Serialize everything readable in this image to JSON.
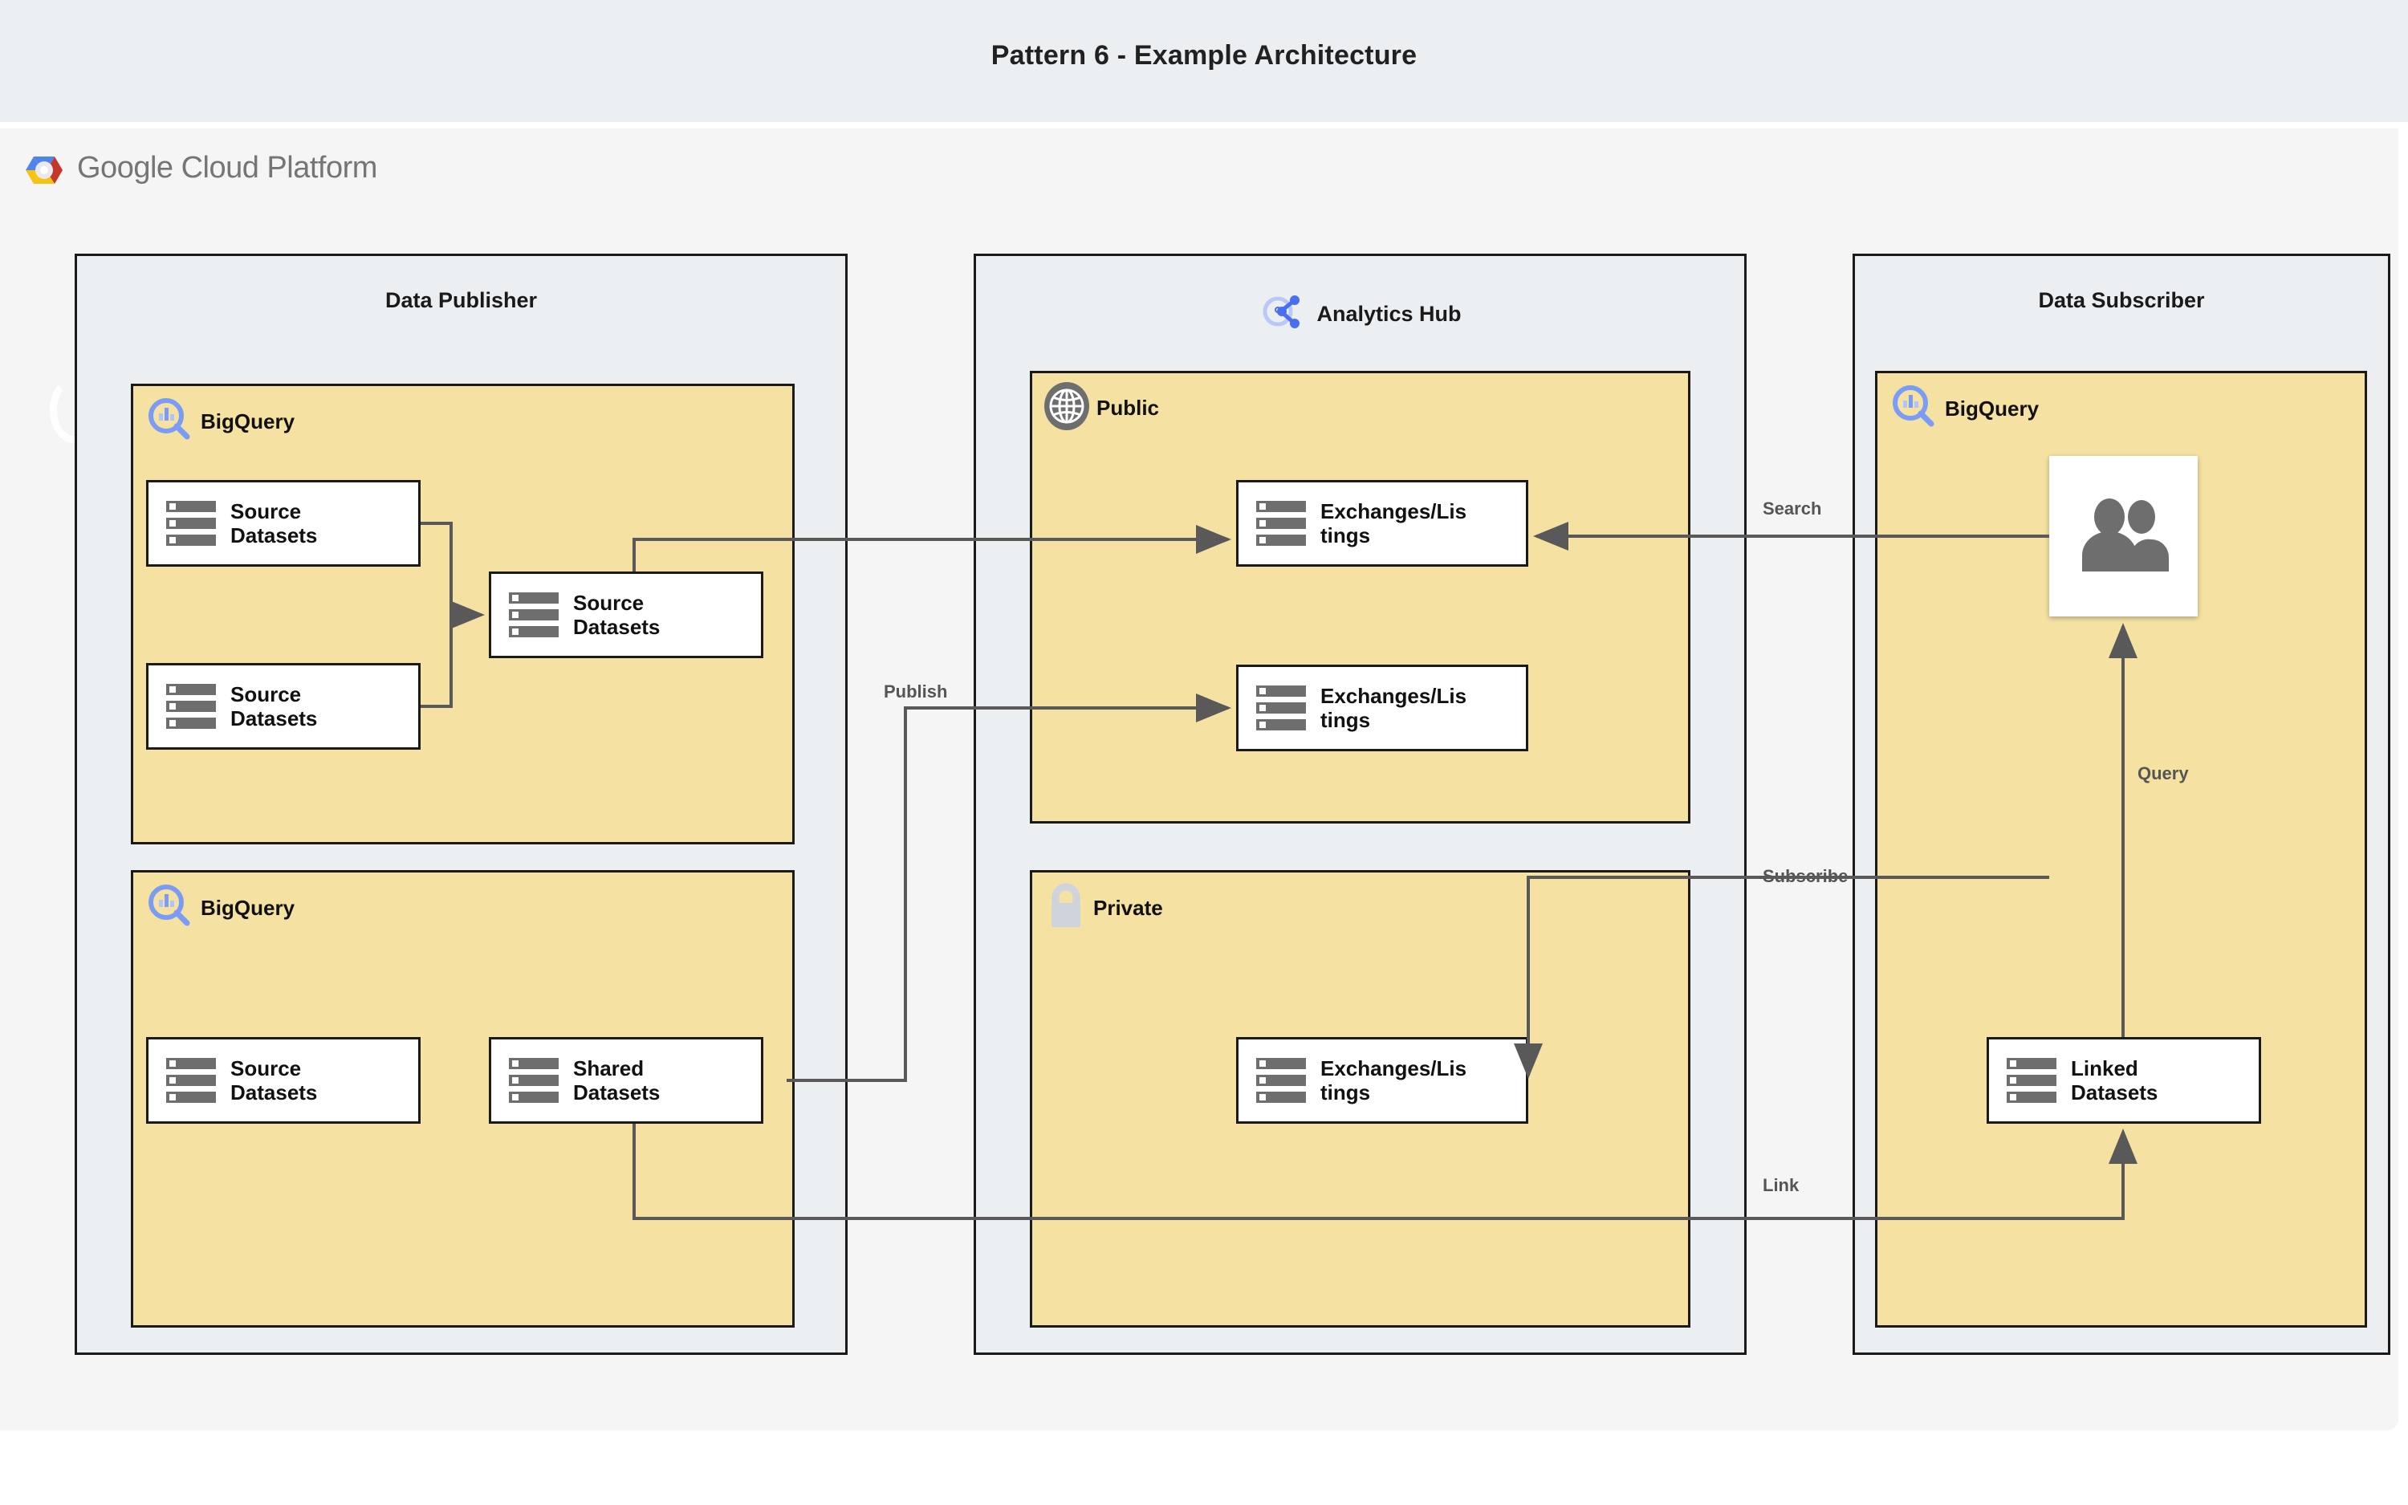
{
  "page": {
    "title": "Pattern 6 - Example Architecture",
    "background": "#f5f5f5",
    "title_band_color": "#eceff1"
  },
  "branding": {
    "logo_text": "Google Cloud Platform",
    "logo_icon": "google-cloud-hexagon-icon",
    "logo_colors": {
      "blue": "#5084ec",
      "red": "#c5372c",
      "yellow": "#f5c413",
      "inner": "#e8eaed"
    }
  },
  "zones": [
    {
      "id": "data-publisher",
      "title": "Data Publisher",
      "icon": ""
    },
    {
      "id": "analytics-hub",
      "title": "Analytics Hub",
      "icon": "analytics-hub-share-icon"
    },
    {
      "id": "data-subscriber",
      "title": "Data Subscriber",
      "icon": ""
    }
  ],
  "panels": [
    {
      "id": "publisher-bigquery-top",
      "label": "BigQuery",
      "icon": "bigquery-icon",
      "fill": "#f5e2a2"
    },
    {
      "id": "publisher-bigquery-bottom",
      "label": "BigQuery",
      "icon": "bigquery-icon",
      "fill": "#f5e2a2"
    },
    {
      "id": "hub-public",
      "label": "Public",
      "icon": "globe-icon",
      "fill": "#f5e2a2"
    },
    {
      "id": "hub-private",
      "label": "Private",
      "icon": "lock-icon",
      "fill": "#f5e2a2"
    },
    {
      "id": "subscriber-bigquery",
      "label": "BigQuery",
      "icon": "bigquery-icon",
      "fill": "#f5e2a2"
    }
  ],
  "nodes": [
    {
      "id": "pub-source-1",
      "line1": "Source",
      "line2": "Datasets",
      "icon": "dataset-icon"
    },
    {
      "id": "pub-source-2",
      "line1": "Source",
      "line2": "Datasets",
      "icon": "dataset-icon"
    },
    {
      "id": "pub-source-3",
      "line1": "Source",
      "line2": "Datasets",
      "icon": "dataset-icon"
    },
    {
      "id": "pub-source-4",
      "line1": "Source",
      "line2": "Datasets",
      "icon": "dataset-icon"
    },
    {
      "id": "pub-shared",
      "line1": "Shared",
      "line2": "Datasets",
      "icon": "dataset-icon"
    },
    {
      "id": "public-listing-1",
      "line1": "Exchanges/Lis",
      "line2": "tings",
      "icon": "dataset-icon"
    },
    {
      "id": "public-listing-2",
      "line1": "Exchanges/Lis",
      "line2": "tings",
      "icon": "dataset-icon"
    },
    {
      "id": "private-listing-1",
      "line1": "Exchanges/Lis",
      "line2": "tings",
      "icon": "dataset-icon"
    },
    {
      "id": "sub-linked",
      "line1": "Linked",
      "line2": "Datasets",
      "icon": "dataset-icon"
    }
  ],
  "users_card": {
    "id": "subscriber-users",
    "icon": "users-icon",
    "icon_color": "#6e6e6e"
  },
  "edges": [
    {
      "id": "edge-publish",
      "label": "Publish"
    },
    {
      "id": "edge-search",
      "label": "Search"
    },
    {
      "id": "edge-subscribe",
      "label": "Subscribe"
    },
    {
      "id": "edge-query",
      "label": "Query"
    },
    {
      "id": "edge-link",
      "label": "Link"
    }
  ],
  "colors": {
    "panel_fill": "#f5e2a2",
    "zone_fill": "#eceff1",
    "node_fill": "#ffffff",
    "stroke": "#1a1a1a",
    "wire": "#595959",
    "icon_gray": "#6e6e6e",
    "bigquery_blue": "#7b9cf5",
    "hub_blue": "#4a6ef0",
    "lock_gray": "#ced3dc"
  }
}
